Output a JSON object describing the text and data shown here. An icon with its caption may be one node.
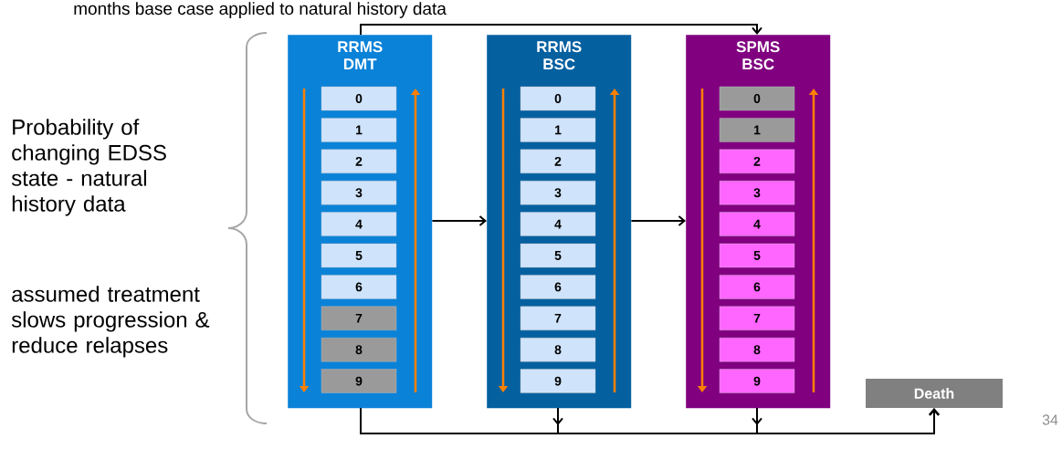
{
  "diagram": {
    "nodes": [
      {
        "text": [
          "RRMS DMT"
        ]
      },
      {
        "text": [
          "0"
        ],
        "in": 0
      },
      {
        "text": [
          "1"
        ],
        "in": 0
      },
      {
        "text": [
          "2"
        ],
        "in": 0
      },
      {
        "text": [
          "3"
        ],
        "in": 0
      },
      {
        "text": [
          "4"
        ],
        "in": 0
      },
      {
        "text": [
          "5"
        ],
        "in": 0
      },
      {
        "text": [
          "6"
        ],
        "in": 0
      },
      {
        "text": [
          "7"
        ],
        "in": 0
      },
      {
        "text": [
          "8"
        ],
        "in": 0
      },
      {
        "text": [
          "9"
        ],
        "in": 0
      },
      {
        "text": [
          "RRMS BSC"
        ]
      },
      {
        "text": [
          "0"
        ],
        "in": 11
      },
      {
        "text": [
          "1"
        ],
        "in": 11
      },
      {
        "text": [
          "2"
        ],
        "in": 11
      },
      {
        "text": [
          "3"
        ],
        "in": 11
      },
      {
        "text": [
          "4"
        ],
        "in": 11
      },
      {
        "text": [
          "5"
        ],
        "in": 11
      },
      {
        "text": [
          "6"
        ],
        "in": 11
      },
      {
        "text": [
          "7"
        ],
        "in": 11
      },
      {
        "text": [
          "8"
        ],
        "in": 11
      },
      {
        "text": [
          "9"
        ],
        "in": 11
      },
      {
        "text": [
          "SPMS BSC"
        ]
      },
      {
        "text": [
          "0"
        ],
        "in": 22
      },
      {
        "text": [
          "1"
        ],
        "in": 22
      },
      {
        "text": [
          "2"
        ],
        "in": 22
      },
      {
        "text": [
          "3"
        ],
        "in": 22
      },
      {
        "text": [
          "4"
        ],
        "in": 22
      },
      {
        "text": [
          "5"
        ],
        "in": 22
      },
      {
        "text": [
          "6"
        ],
        "in": 22
      },
      {
        "text": [
          "7"
        ],
        "in": 22
      },
      {
        "text": [
          "8"
        ],
        "in": 22
      },
      {
        "text": [
          "9"
        ],
        "in": 22
      },
      {
        "text": [
          "Death"
        ]
      }
    ],
    "edges": [
      {
        "from": 0,
        "to": 22,
        "arrow": "to"
      },
      {
        "from": 0,
        "to": 11,
        "arrow": "to"
      },
      {
        "from": 11,
        "to": 22,
        "arrow": "to"
      },
      {
        "from": 0,
        "to": 33,
        "arrow": "to"
      },
      {
        "from": 11,
        "to": 33,
        "arrow": "to"
      },
      {
        "from": 22,
        "to": 33,
        "arrow": "to"
      }
    ],
    "labels": [
      "months base case applied to natural history data",
      "Probability of changing EDSS state - natural history data",
      "assumed treatment slows progression & reduce relapses",
      "34"
    ]
  }
}
